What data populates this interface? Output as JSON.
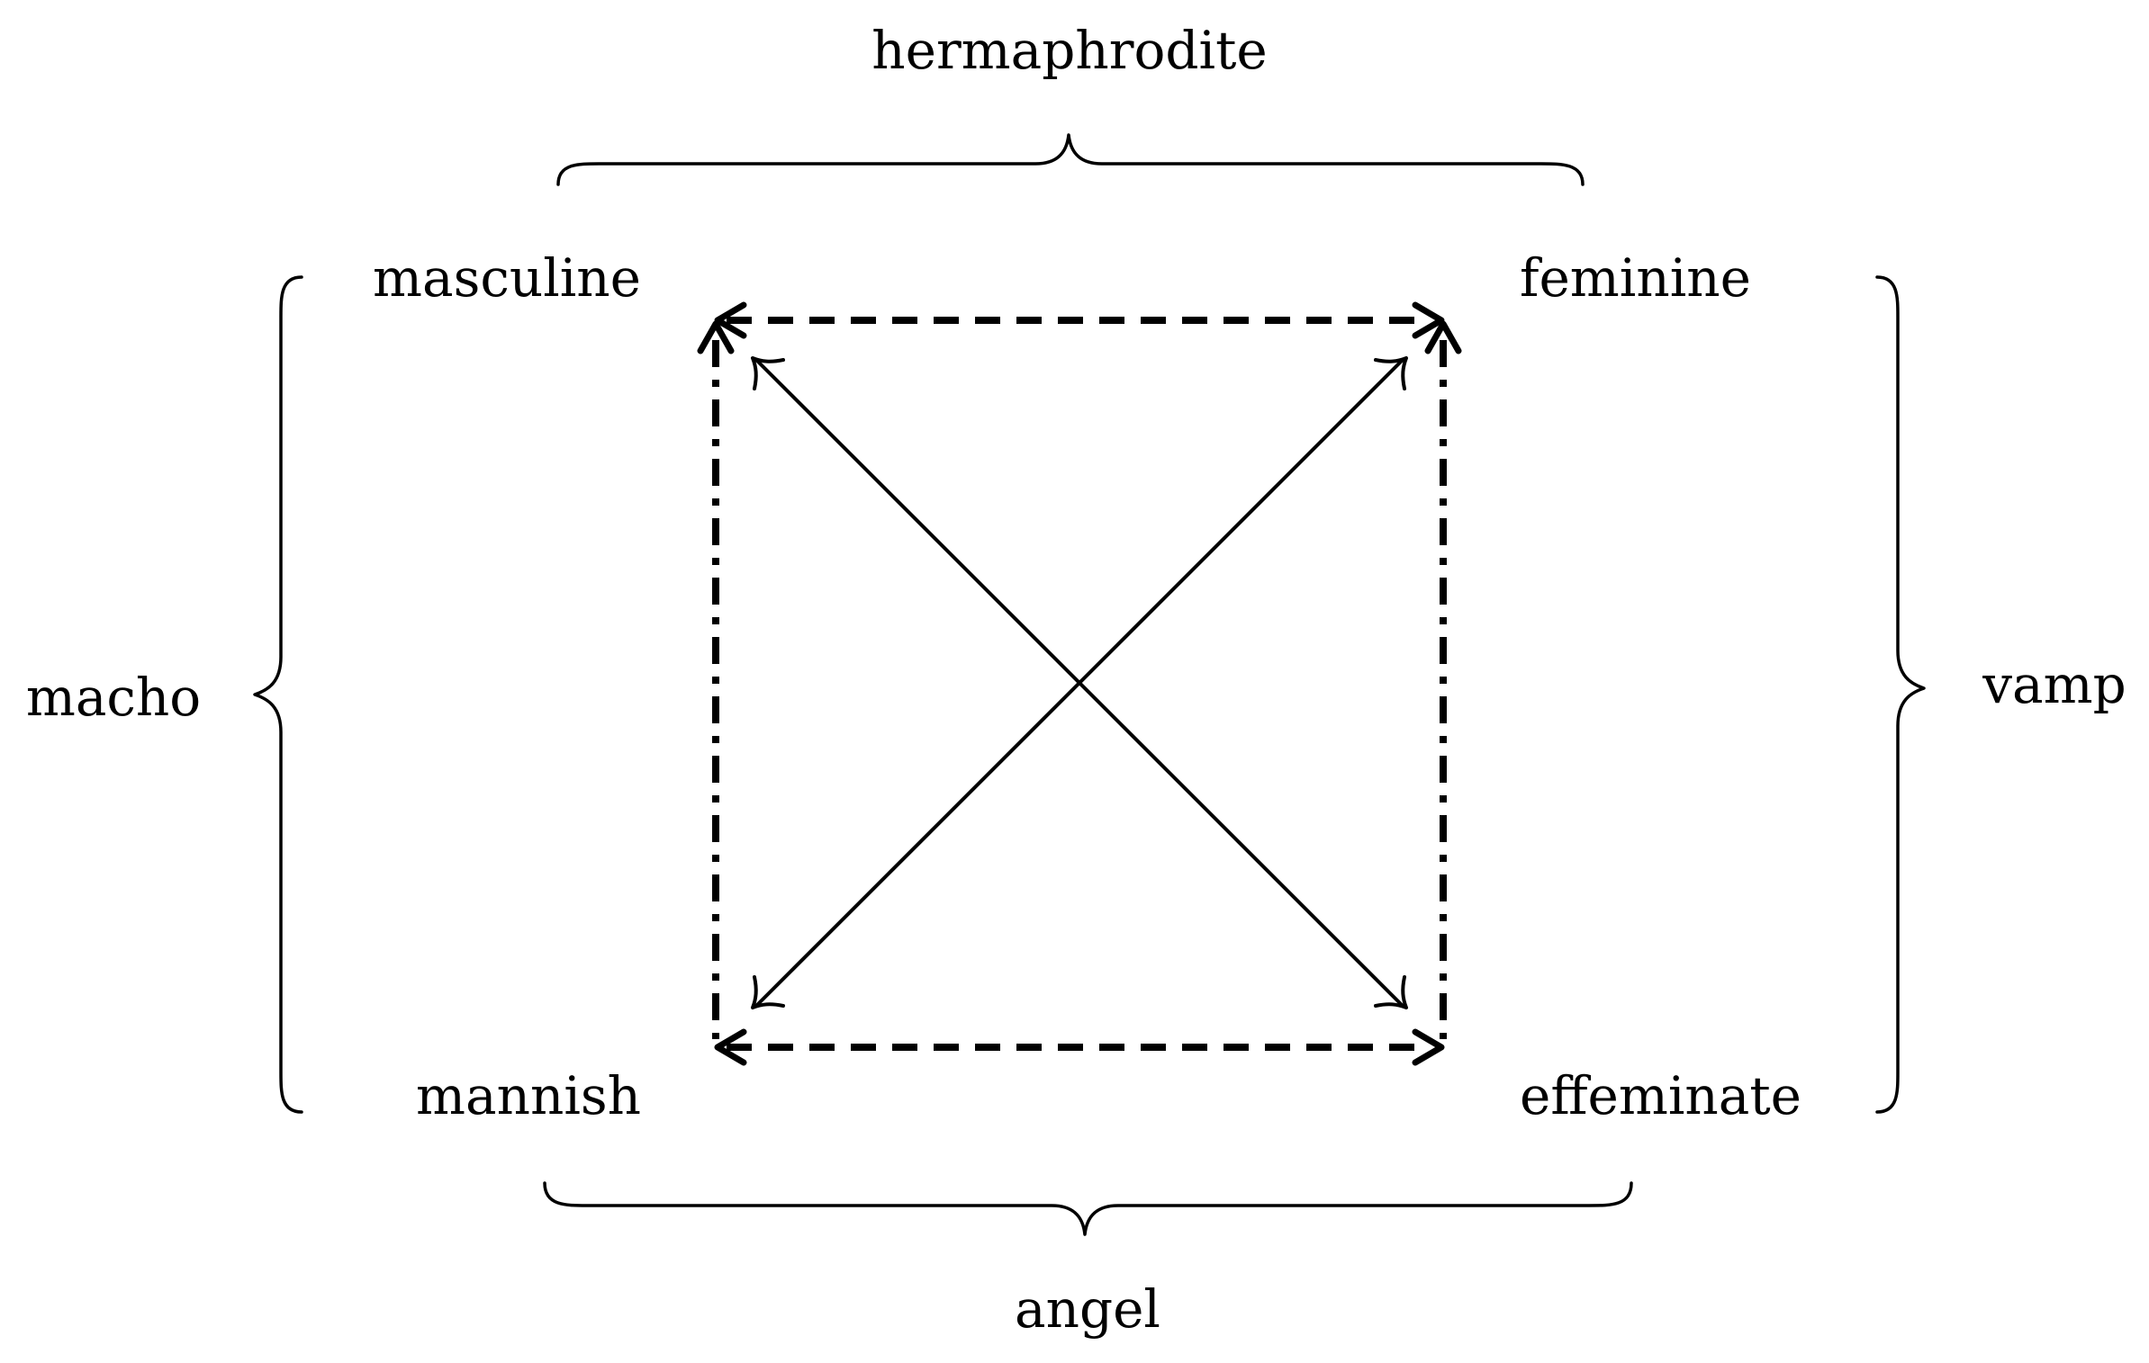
{
  "nodes": {
    "top_left": "masculine",
    "top_right": "feminine",
    "bottom_left": "mannish",
    "bottom_right": "effeminate"
  },
  "groups": {
    "top": "hermaphrodite",
    "bottom": "angel",
    "left": "macho",
    "right": "vamp"
  },
  "colors": {
    "stroke": "#000000",
    "background": "#ffffff"
  }
}
